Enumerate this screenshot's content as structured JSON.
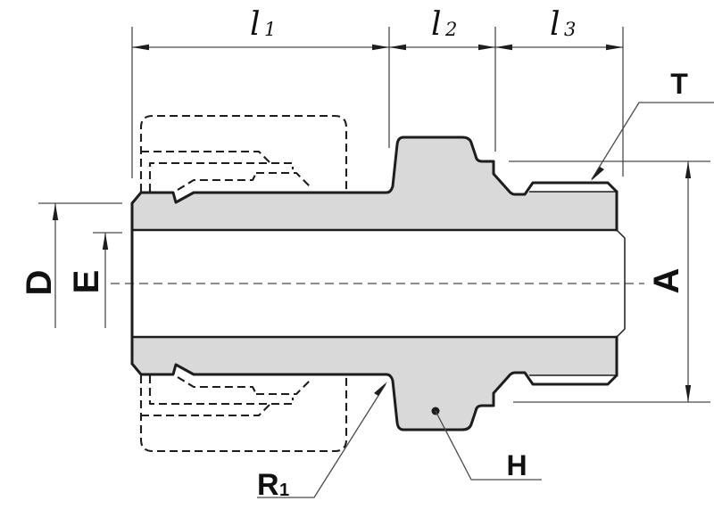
{
  "drawing": {
    "type": "engineering-section-male-connector-fitting",
    "colors": {
      "outline": "#1d1d1d",
      "section_fill": "#d9d9d9",
      "dim_line": "#4a4a4a",
      "background": "#ffffff"
    },
    "labels": {
      "l1": {
        "main": "l",
        "sub": "1"
      },
      "l2": {
        "main": "l",
        "sub": "2"
      },
      "l3": {
        "main": "l",
        "sub": "3"
      },
      "T": "T",
      "D": "D",
      "E": "E",
      "A": "A",
      "H": "H",
      "R1": {
        "main": "R",
        "sub": "1"
      }
    }
  }
}
